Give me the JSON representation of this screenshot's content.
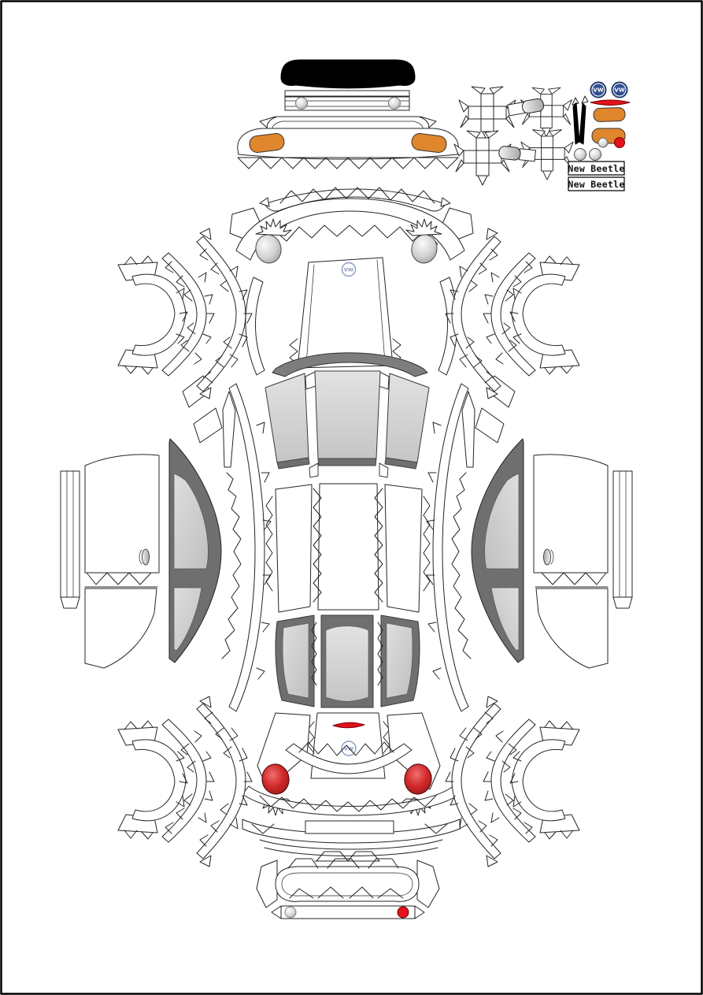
{
  "page": {
    "background": "#ffffff",
    "sheet_border": "#000000",
    "description": "Volkswagen New Beetle papercraft cut-out sheet"
  },
  "labels": {
    "plate_top": "New Beetle",
    "plate_bottom": "New Beetle"
  },
  "icons": {
    "vw_monogram": "VW",
    "vw_roundel": "vw-logo",
    "headlight": "headlight-dome",
    "taillight": "taillight-dome",
    "door_handle": "door-handle",
    "wiper": "wiper-blade"
  },
  "colors": {
    "outline": "#242424",
    "glass_black": "#000000",
    "indicator_orange": "#e0862c",
    "signal_red": "#e2111c",
    "taillight_red": "#c62828",
    "frame_gray": "#6f6f6f",
    "cowl_gray": "#7d7d7d",
    "glass_gray": "#d6d6d6",
    "vw_blue_dark": "#31508f",
    "vw_blue_light": "#8a9bc0",
    "metal_gray": "#c4c4c4"
  }
}
